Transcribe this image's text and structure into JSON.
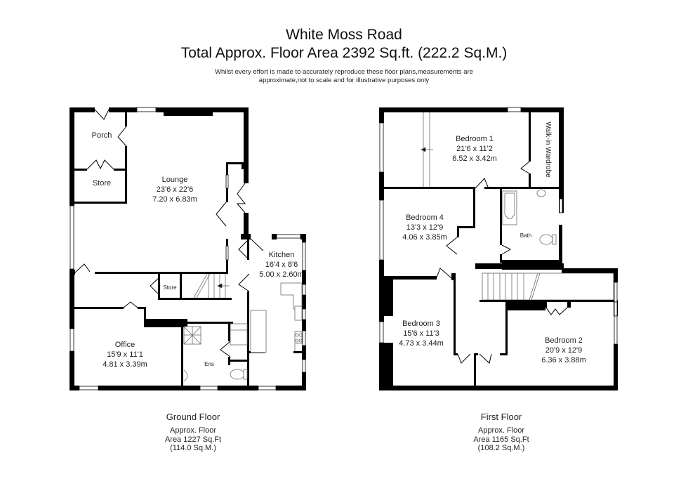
{
  "header": {
    "title": "White Moss Road",
    "subtitle": "Total Approx. Floor Area 2392 Sq.ft. (222.2 Sq.M.)",
    "disclaimer_line1": "Whilst every effort is made to accurately reproduce these floor plans,measurements are",
    "disclaimer_line2": "approximate,not to scale and for illustrative purposes only"
  },
  "ground_floor": {
    "name": "Ground Floor",
    "area_line1": "Approx. Floor",
    "area_line2": "Area 1227 Sq.Ft",
    "area_line3": "(114.0 Sq.M.)",
    "rooms": {
      "porch": {
        "name": "Porch"
      },
      "store1": {
        "name": "Store"
      },
      "lounge": {
        "name": "Lounge",
        "imperial": "23'6 x 22'6",
        "metric": "7.20 x 6.83m"
      },
      "store2": {
        "name": "Store"
      },
      "kitchen": {
        "name": "Kitchen",
        "imperial": "16'4 x 8'6",
        "metric": "5.00 x 2.60m"
      },
      "office": {
        "name": "Office",
        "imperial": "15'9 x 11'1",
        "metric": "4.81 x 3.39m"
      },
      "ensuite": {
        "name": "Ens"
      }
    }
  },
  "first_floor": {
    "name": "First Floor",
    "area_line1": "Approx. Floor",
    "area_line2": "Area 1165 Sq.Ft",
    "area_line3": "(108.2 Sq.M.)",
    "rooms": {
      "bedroom1": {
        "name": "Bedroom 1",
        "imperial": "21'6 x 11'2",
        "metric": "6.52 x 3.42m"
      },
      "wardrobe": {
        "name": "Walk-in Wardrobe"
      },
      "bedroom4": {
        "name": "Bedroom 4",
        "imperial": "13'3 x 12'9",
        "metric": "4.06 x 3.85m"
      },
      "bath": {
        "name": "Bath"
      },
      "bedroom3": {
        "name": "Bedroom 3",
        "imperial": "15'6 x 11'3",
        "metric": "4.73 x 3.44m"
      },
      "bedroom2": {
        "name": "Bedroom 2",
        "imperial": "20'9 x 12'9",
        "metric": "6.36 x 3.88m"
      }
    }
  },
  "colors": {
    "wall": "#000000",
    "window": "#ffffff",
    "fixture": "#666666",
    "text": "#222222"
  }
}
